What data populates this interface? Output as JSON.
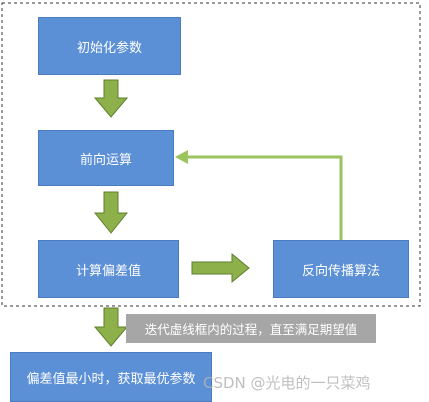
{
  "nodes": {
    "init": "初始化参数",
    "forward": "前向运算",
    "compute_error": "计算偏差值",
    "backprop": "反向传播算法",
    "final": "偏差值最小时，获取最优参数"
  },
  "note": "迭代虚线框内的过程，直至满足期望值",
  "watermark": "CSDN @光电的一只菜鸡",
  "colors": {
    "box_fill": "#5b8fd6",
    "arrow_fill": "#8db04a",
    "loop_line": "#9bc35e",
    "note_fill": "#a6a6a6"
  }
}
